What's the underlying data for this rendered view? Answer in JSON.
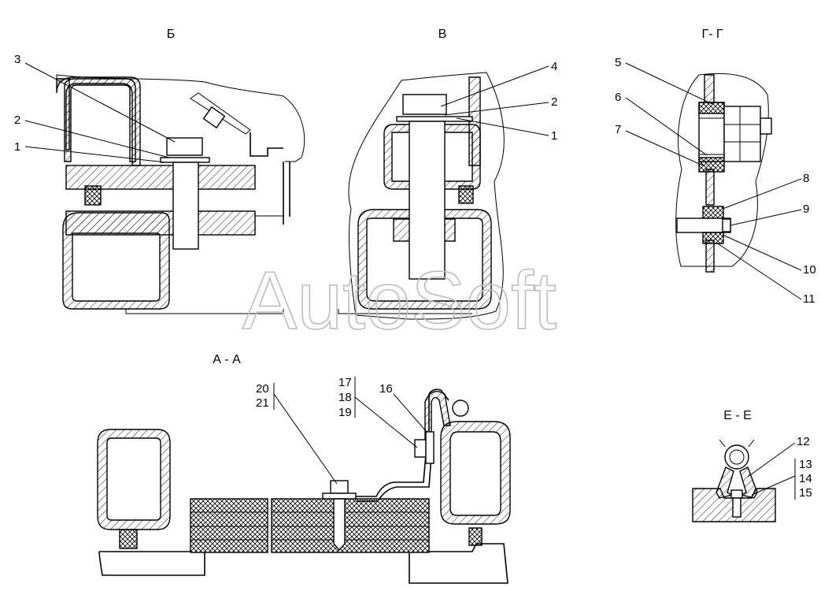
{
  "views": {
    "b": {
      "title": "Б",
      "callouts": [
        "3",
        "2",
        "1"
      ]
    },
    "v": {
      "title": "В",
      "callouts": [
        "4",
        "2",
        "1"
      ]
    },
    "g": {
      "title": "Г- Г",
      "callouts": [
        "5",
        "6",
        "7",
        "8",
        "9",
        "10",
        "11"
      ]
    },
    "a": {
      "title": "А - А",
      "callouts": [
        "20",
        "21",
        "17",
        "18",
        "19",
        "16"
      ]
    },
    "e": {
      "title": "Е - Е",
      "callouts": [
        "12",
        "13",
        "14",
        "15"
      ]
    }
  },
  "watermark": "AutoSoft"
}
